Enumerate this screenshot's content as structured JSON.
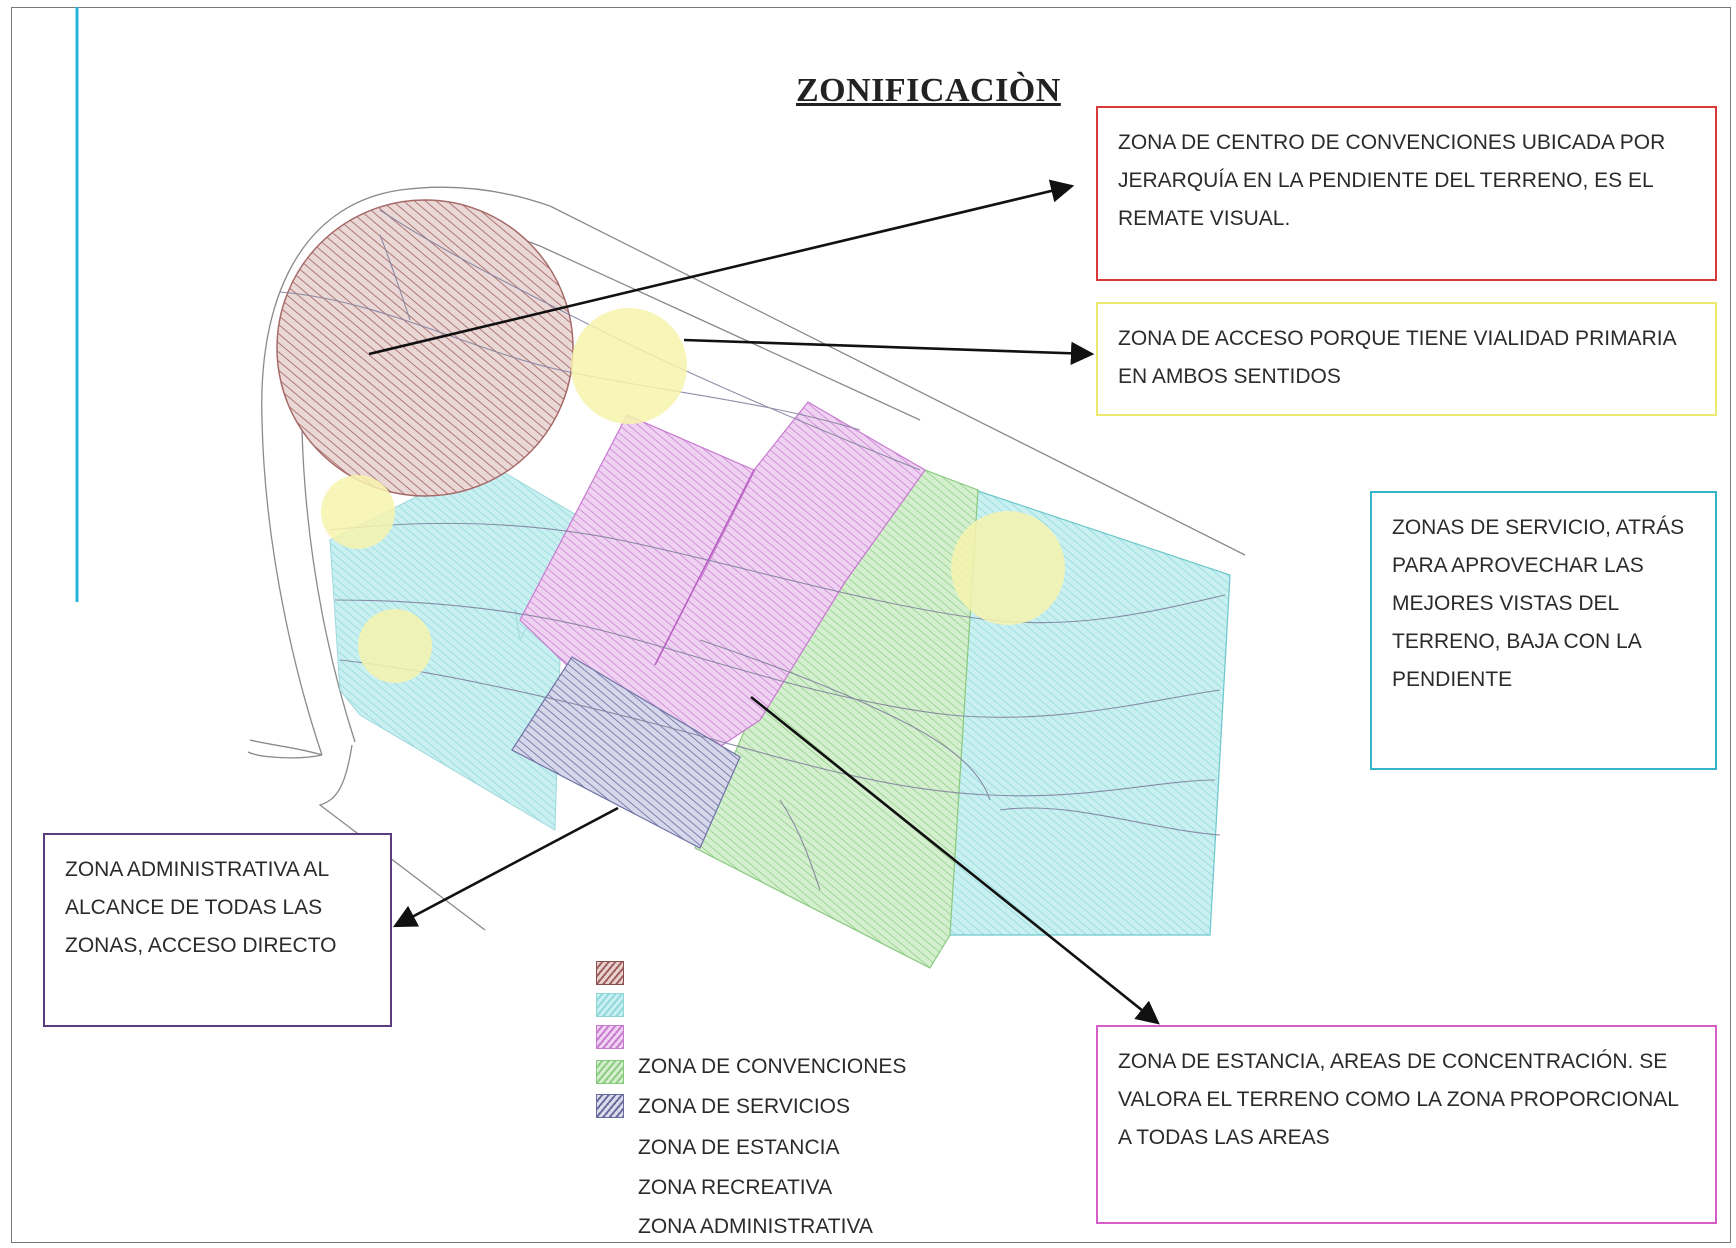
{
  "title": "ZONIFICACIÒN",
  "colors": {
    "convenciones": "#b27f7f",
    "servicios": "#a9e4e6",
    "estancia": "#d59bdc",
    "recreativa": "#a8dca0",
    "administrativa": "#8e8fb8",
    "acceso": "#f7f3ad",
    "note_red": "#d63a3a",
    "note_yellow": "#ecea6e",
    "note_cyan": "#36b4c8",
    "note_magenta": "#d65cc7",
    "note_purple": "#5b3d7e",
    "margin_line": "#26b4d8"
  },
  "notes": {
    "convenciones": "ZONA DE CENTRO DE CONVENCIONES UBICADA POR JERARQUÍA EN LA PENDIENTE DEL TERRENO, ES EL REMATE VISUAL.",
    "acceso": "ZONA DE ACCESO PORQUE TIENE VIALIDAD PRIMARIA EN AMBOS SENTIDOS",
    "servicio": "ZONAS DE SERVICIO, ATRÁS PARA APROVECHAR LAS MEJORES VISTAS DEL TERRENO, BAJA CON LA PENDIENTE",
    "administrativa": "ZONA ADMINISTRATIVA AL ALCANCE DE TODAS LAS ZONAS, ACCESO DIRECTO",
    "estancia": "ZONA DE ESTANCIA, AREAS DE CONCENTRACIÓN. SE VALORA EL TERRENO COMO LA ZONA PROPORCIONAL A TODAS LAS AREAS"
  },
  "legend": [
    "ZONA DE CONVENCIONES",
    "ZONA DE SERVICIOS",
    "ZONA DE ESTANCIA",
    "ZONA RECREATIVA",
    "ZONA ADMINISTRATIVA"
  ]
}
